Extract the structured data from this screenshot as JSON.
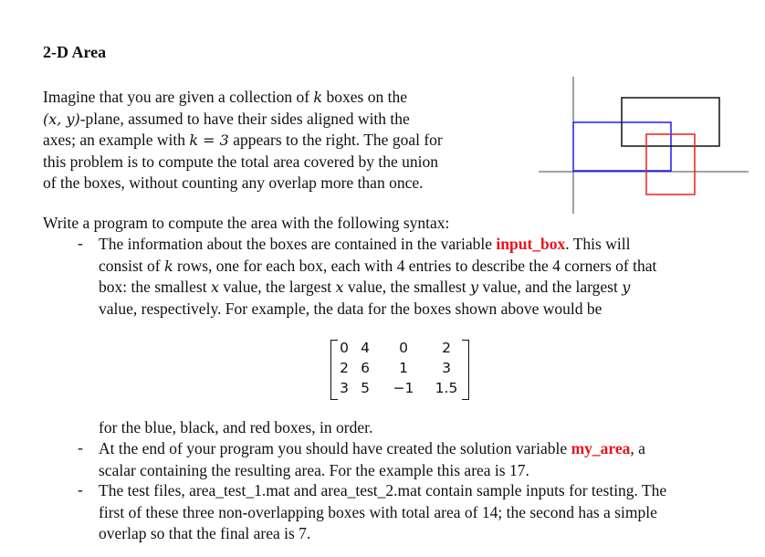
{
  "title": "2-D Area",
  "intro": {
    "t1": "Imagine that you are given a collection of ",
    "k1": "k",
    "t2": " boxes on the",
    "t3": "-plane, assumed to have their sides aligned with the",
    "xy": "(x, y)",
    "t4": "axes; an example with ",
    "k2": "k = 3",
    "t5": " appears to the right. The goal for",
    "t6": "this problem is to compute the total area covered by the union",
    "t7": "of the boxes, without counting any overlap more than once."
  },
  "syntax_line": "Write a program to compute the area with the following syntax:",
  "bullet_glyph": "-",
  "b1": {
    "t1": "The information about the boxes are contained in the variable ",
    "var": "input_box",
    "t2": ". This will",
    "t3": "consist of ",
    "k": "k",
    "t4": " rows, one for each box, each with 4 entries to describe the 4 corners of that",
    "t5": "box: the smallest ",
    "x1": "x",
    "t6": " value, the largest ",
    "x2": "x",
    "t7": " value, the smallest ",
    "y1": "y",
    "t8": " value, and the largest ",
    "y2": "y",
    "t9": "value, respectively. For example, the data for the boxes shown above would be"
  },
  "matrix": [
    [
      "0",
      "4",
      "0",
      "2"
    ],
    [
      "2",
      "6",
      "1",
      "3"
    ],
    [
      "3",
      "5",
      "−1",
      "1.5"
    ]
  ],
  "for_line": "for the blue, black, and red boxes, in order.",
  "b2": {
    "t1": "At the end of your program you should have created the solution variable ",
    "var": "my_area",
    "t2": ", a",
    "t3": "scalar containing the resulting area. For the example this area is 17."
  },
  "b3": {
    "t1": "The test files, area_test_1.mat and area_test_2.mat contain sample inputs for testing. The",
    "t2": "first of these three non-overlapping boxes with total area of 14; the second has a simple",
    "t3": "overlap so that the final area is 7."
  },
  "figure_colors": {
    "blue": "#1a1aff",
    "black": "#111111",
    "red": "#ee2020",
    "axis": "#444444"
  }
}
